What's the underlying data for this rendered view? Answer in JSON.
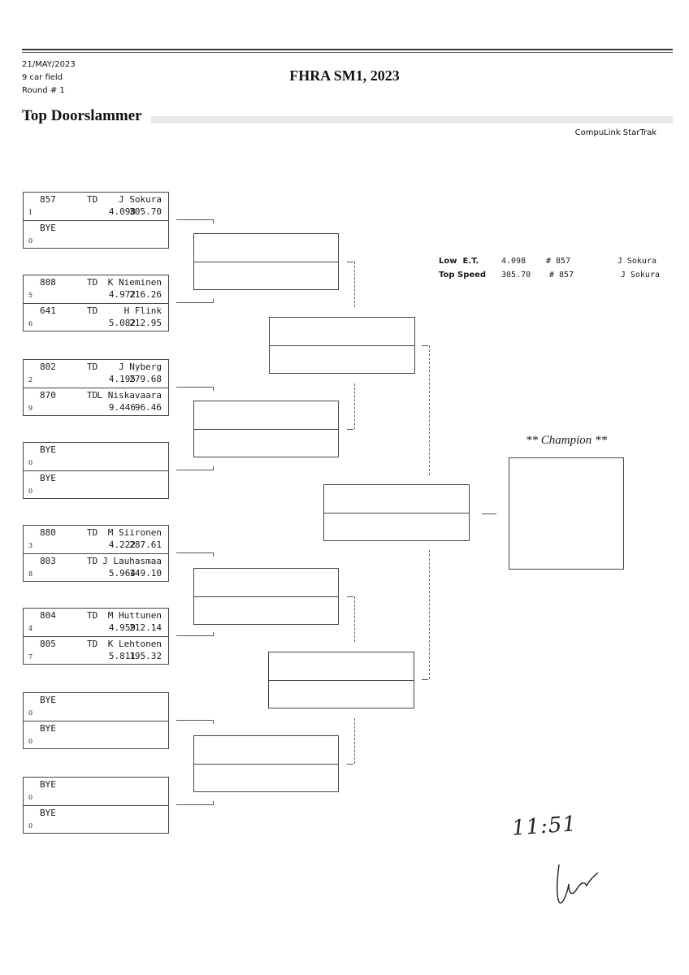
{
  "header": {
    "date": "21/MAY/2023",
    "field": "9 car field",
    "round": "Round # 1",
    "event_title": "FHRA SM1, 2023",
    "class_title": "Top Doorslammer",
    "software": "CompuLink StarTrak"
  },
  "round1": [
    {
      "entries": [
        {
          "car": "857",
          "class": "TD",
          "driver": "J Sokura",
          "seed": "1",
          "et": "4.098",
          "speed": "305.70"
        },
        {
          "car": "BYE",
          "class": "",
          "driver": "",
          "seed": "0",
          "et": "",
          "speed": ""
        }
      ]
    },
    {
      "entries": [
        {
          "car": "808",
          "class": "TD",
          "driver": "K Nieminen",
          "seed": "5",
          "et": "4.972",
          "speed": "216.26"
        },
        {
          "car": "641",
          "class": "TD",
          "driver": "H Flink",
          "seed": "6",
          "et": "5.082",
          "speed": "212.95"
        }
      ]
    },
    {
      "entries": [
        {
          "car": "802",
          "class": "TD",
          "driver": "J Nyberg",
          "seed": "2",
          "et": "4.195",
          "speed": "279.68"
        },
        {
          "car": "870",
          "class": "TD",
          "driver": "L Niskavaara",
          "seed": "9",
          "et": "9.446",
          "speed": "96.46"
        }
      ]
    },
    {
      "entries": [
        {
          "car": "BYE",
          "class": "",
          "driver": "",
          "seed": "0",
          "et": "",
          "speed": ""
        },
        {
          "car": "BYE",
          "class": "",
          "driver": "",
          "seed": "0",
          "et": "",
          "speed": ""
        }
      ]
    },
    {
      "entries": [
        {
          "car": "880",
          "class": "TD",
          "driver": "M Siironen",
          "seed": "3",
          "et": "4.222",
          "speed": "287.61"
        },
        {
          "car": "803",
          "class": "TD",
          "driver": "J Lauhasmaa",
          "seed": "8",
          "et": "5.964",
          "speed": "149.10"
        }
      ]
    },
    {
      "entries": [
        {
          "car": "804",
          "class": "TD",
          "driver": "M Huttunen",
          "seed": "4",
          "et": "4.959",
          "speed": "212.14"
        },
        {
          "car": "805",
          "class": "TD",
          "driver": "K Lehtonen",
          "seed": "7",
          "et": "5.811",
          "speed": "195.32"
        }
      ]
    },
    {
      "entries": [
        {
          "car": "BYE",
          "class": "",
          "driver": "",
          "seed": "0",
          "et": "",
          "speed": ""
        },
        {
          "car": "BYE",
          "class": "",
          "driver": "",
          "seed": "0",
          "et": "",
          "speed": ""
        }
      ]
    },
    {
      "entries": [
        {
          "car": "BYE",
          "class": "",
          "driver": "",
          "seed": "0",
          "et": "",
          "speed": ""
        },
        {
          "car": "BYE",
          "class": "",
          "driver": "",
          "seed": "0",
          "et": "",
          "speed": ""
        }
      ]
    }
  ],
  "records": {
    "low_et": {
      "label": "Low  E.T.",
      "value": "4.098",
      "car": "# 857",
      "driver": "J Sokura"
    },
    "top_speed": {
      "label": "Top Speed",
      "value": "305.70",
      "car": "# 857",
      "driver": "J Sokura"
    }
  },
  "champion": {
    "label": "** Champion **"
  },
  "handwritten": {
    "time": "11:51",
    "initials": "Ur"
  }
}
